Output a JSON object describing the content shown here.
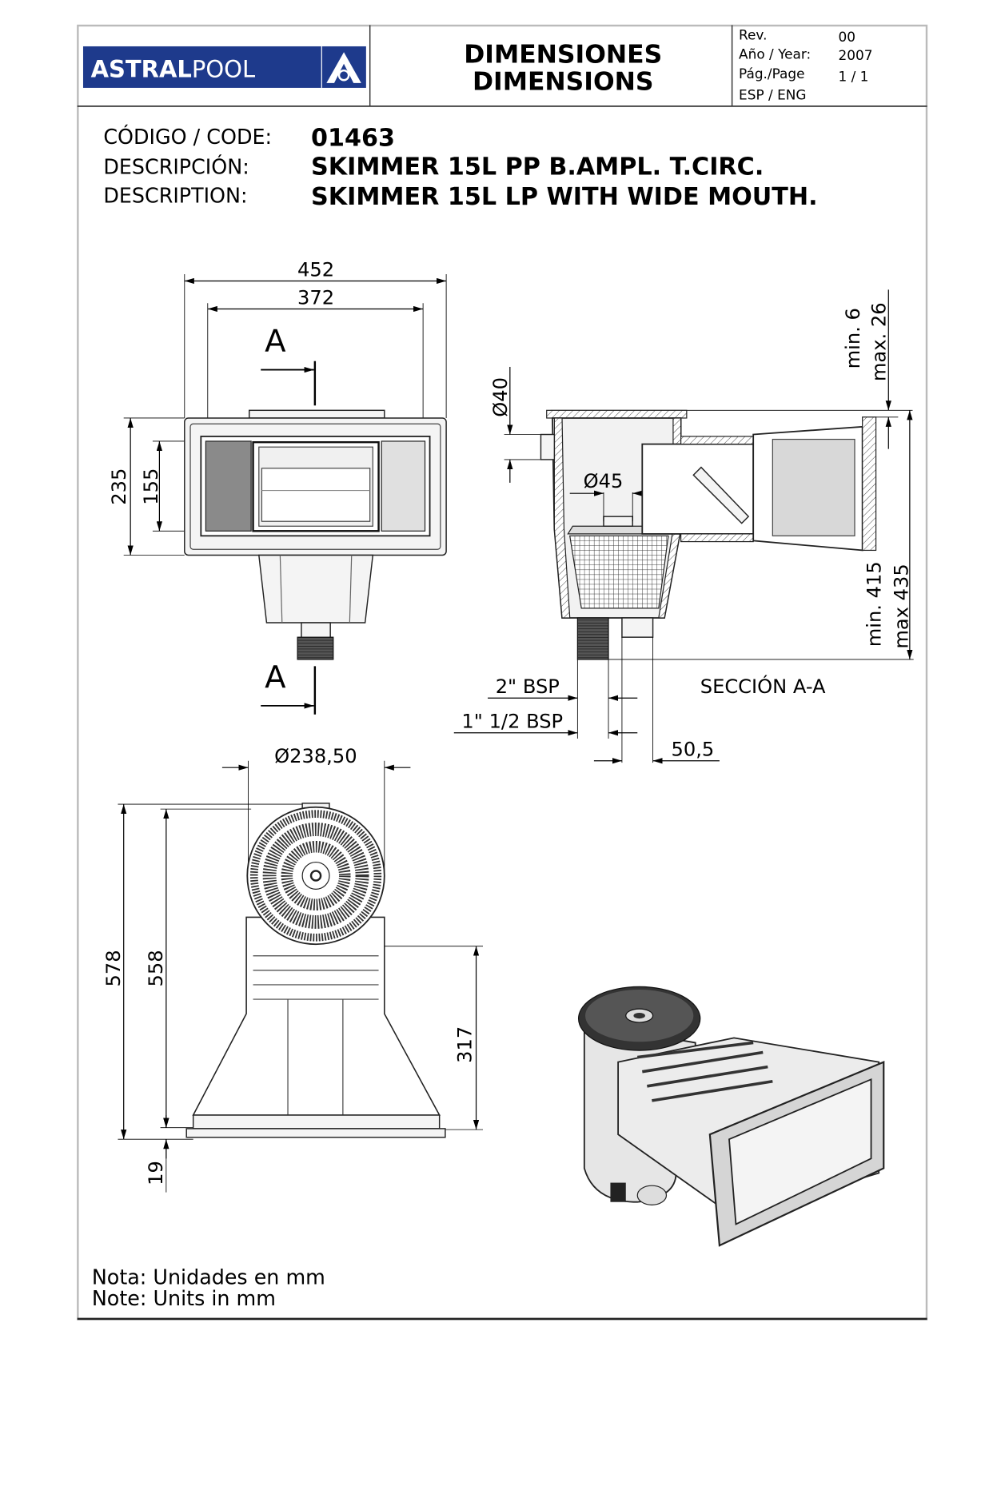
{
  "header": {
    "logo_text_bold": "ASTRAL",
    "logo_text_light": "POOL",
    "title_es": "DIMENSIONES",
    "title_en": "DIMENSIONS",
    "rev_label": "Rev.",
    "rev_value": "00",
    "year_label": "Año / Year:",
    "year_value": "2007",
    "page_label": "Pág./Page",
    "page_value": "1 / 1",
    "lang": "ESP / ENG"
  },
  "product": {
    "code_label": "CÓDIGO / CODE:",
    "code_value": "01463",
    "desc_es_label": "DESCRIPCIÓN:",
    "desc_es_value": "SKIMMER 15L PP B.AMPL. T.CIRC.",
    "desc_en_label": "DESCRIPTION:",
    "desc_en_value": "SKIMMER 15L LP WITH WIDE MOUTH."
  },
  "front_view": {
    "width_outer": "452",
    "width_inner": "372",
    "height_outer": "235",
    "height_inner": "155",
    "section_mark_top": "A",
    "section_mark_bottom": "A"
  },
  "section_view": {
    "diam_inlet": "Ø40",
    "diam_basket": "Ø45",
    "wall_min": "min. 6",
    "wall_max": "max. 26",
    "height_min": "min. 415",
    "height_max": "max 435",
    "thread_large": "2\" BSP",
    "thread_small": "1\" 1/2 BSP",
    "offset": "50,5",
    "title": "SECCIÓN A-A"
  },
  "side_view": {
    "diam_lid": "Ø238,50",
    "height_total": "578",
    "height_body": "558",
    "height_mouth": "317",
    "flange": "19"
  },
  "notes": {
    "line_es": "Nota: Unidades en mm",
    "line_en": "Note: Units in mm"
  },
  "colors": {
    "logo_blue": "#1e3a8c",
    "frame": "#333333"
  }
}
